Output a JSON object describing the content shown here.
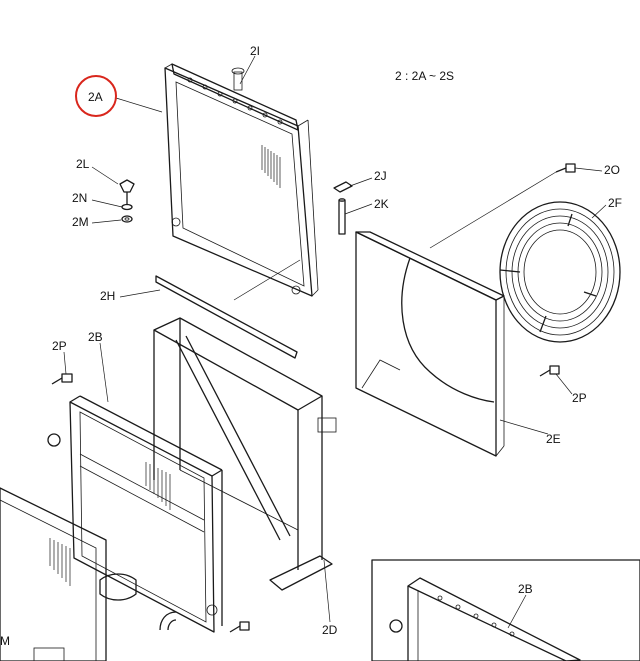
{
  "diagram": {
    "range_note": "2 : 2A ~ 2S",
    "highlight_color": "#d9261c",
    "labels": {
      "2A": "2A",
      "2I": "2I",
      "2L": "2L",
      "2N": "2N",
      "2M": "2M",
      "2J": "2J",
      "2K": "2K",
      "2H": "2H",
      "2O": "2O",
      "2F": "2F",
      "2P_left": "2P",
      "2B": "2B",
      "2P_right": "2P",
      "2E": "2E",
      "2D": "2D",
      "2B_inset": "2B",
      "M_edge": "M"
    }
  }
}
